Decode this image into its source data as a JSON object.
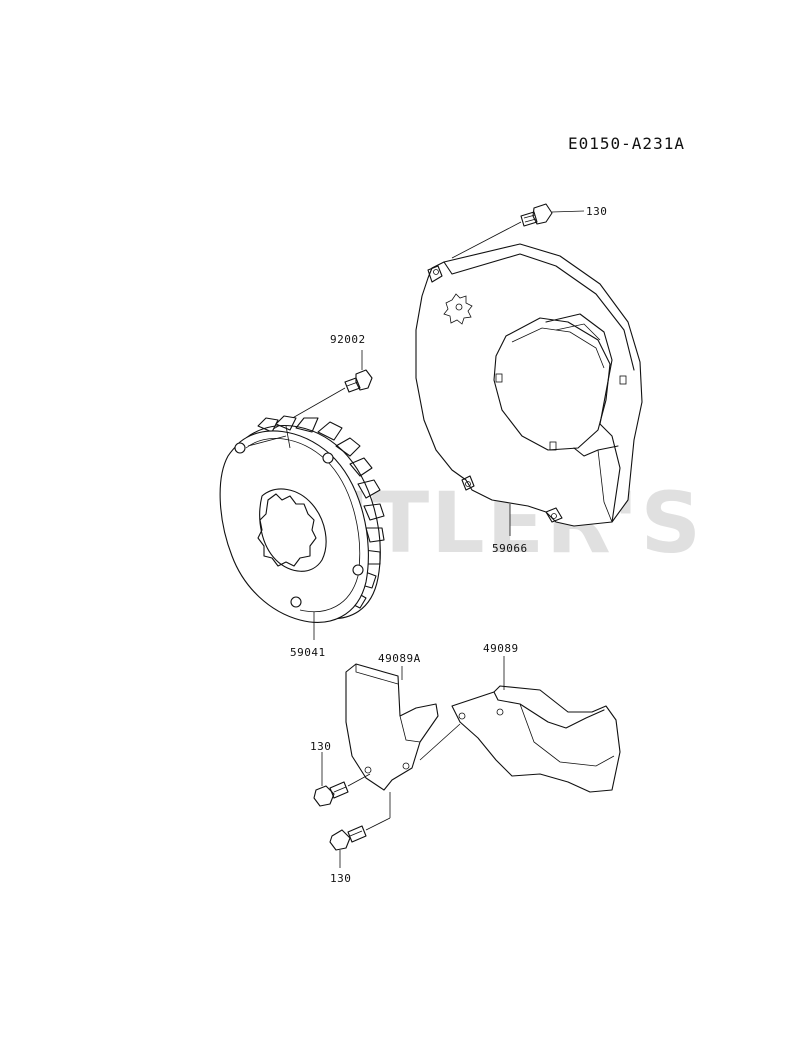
{
  "diagram_code": "E0150-A231A",
  "watermark": "CUTLER'S",
  "callouts": {
    "bolt_top": "130",
    "bolt_fan": "92002",
    "shroud": "59066",
    "fan": "59041",
    "cover_a": "49089A",
    "cover": "49089",
    "bolt_left": "130",
    "bolt_bottom": "130"
  }
}
